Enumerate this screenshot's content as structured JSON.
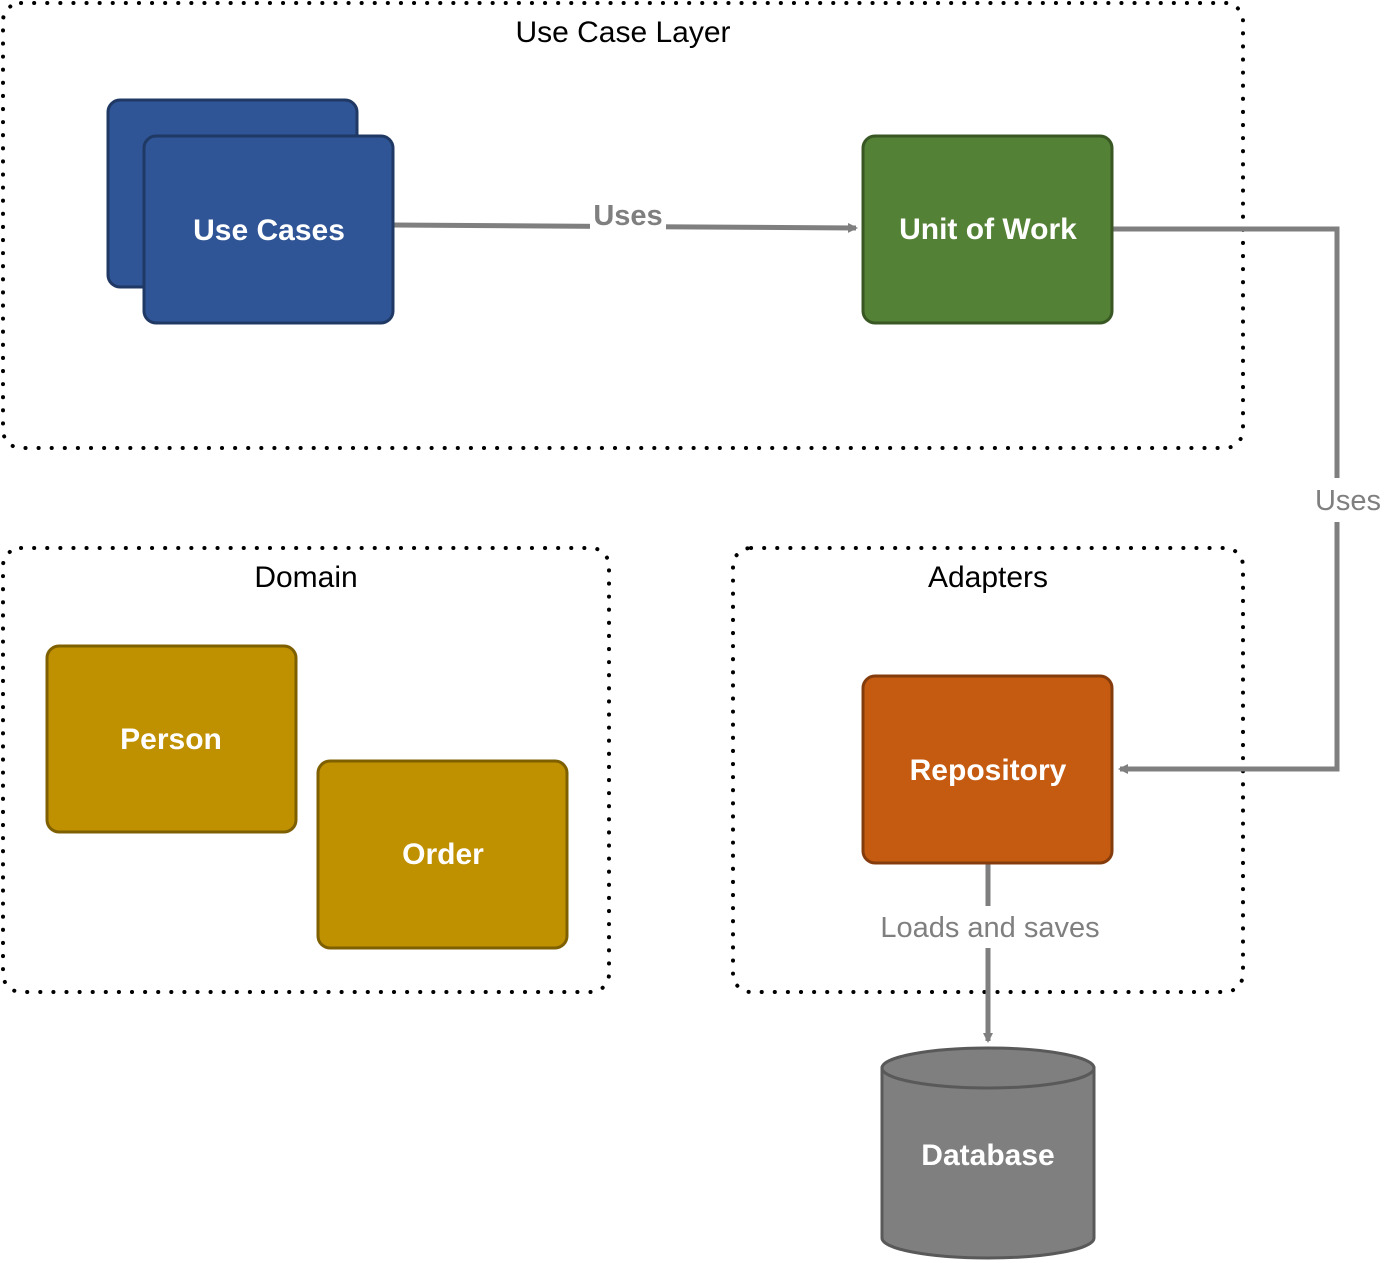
{
  "groups": {
    "use_case_layer": "Use Case Layer",
    "domain": "Domain",
    "adapters": "Adapters"
  },
  "nodes": {
    "use_cases": "Use Cases",
    "unit_of_work": "Unit of Work",
    "person": "Person",
    "order": "Order",
    "repository": "Repository",
    "database": "Database"
  },
  "edges": {
    "use_cases_to_unit_of_work": "Uses",
    "unit_of_work_to_repository": "Uses",
    "repository_to_database": "Loads and saves"
  },
  "colors": {
    "use_cases_fill": "#2f5597",
    "use_cases_stroke": "#1f3864",
    "unit_of_work_fill": "#538135",
    "unit_of_work_stroke": "#385723",
    "domain_entity_fill": "#bf9000",
    "domain_entity_stroke": "#7f6000",
    "repository_fill": "#c55a11",
    "repository_stroke": "#843c0c",
    "database_fill": "#7f7f7f",
    "database_stroke": "#595959",
    "edge": "#7f7f7f"
  }
}
